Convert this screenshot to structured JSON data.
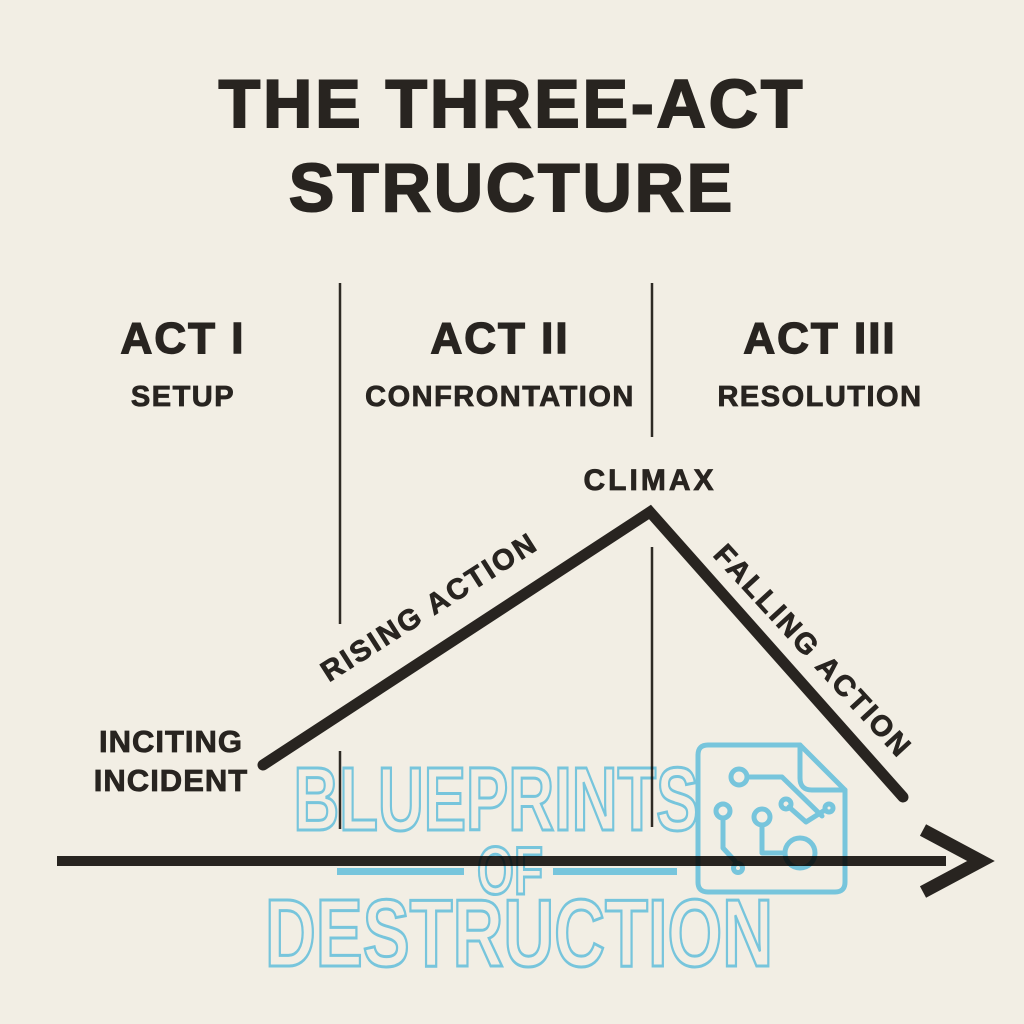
{
  "colors": {
    "background": "#f2eee4",
    "ink": "#282420",
    "watermark_blue": "#7dd3f7"
  },
  "title": {
    "line1": "THE THREE-ACT",
    "line2": "STRUCTURE"
  },
  "acts": [
    {
      "name": "ACT I",
      "subtitle": "SETUP"
    },
    {
      "name": "ACT II",
      "subtitle": "CONFRONTATION"
    },
    {
      "name": "ACT III",
      "subtitle": "RESOLUTION"
    }
  ],
  "plot_labels": {
    "climax": "CLIMAX",
    "rising": "RISING ACTION",
    "falling": "FALLING ACTION",
    "inciting_line1": "INCITING",
    "inciting_line2": "INCIDENT"
  },
  "watermark": {
    "line1": "BLUEPRINTS",
    "line2": "OF",
    "line3": "DESTRUCTION",
    "icon": "blueprint-document-circuit-icon"
  }
}
